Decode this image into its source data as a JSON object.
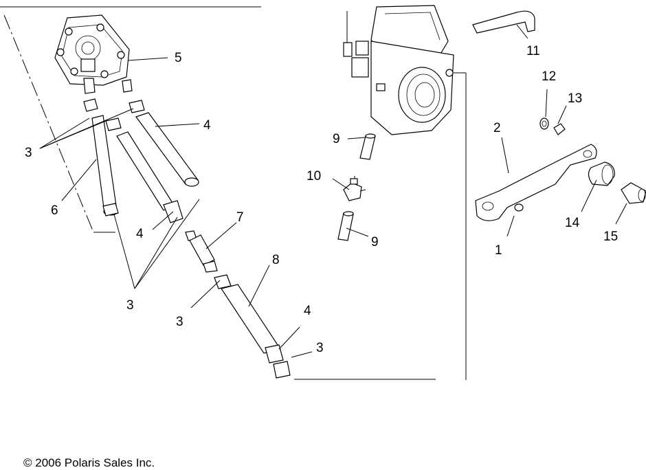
{
  "callouts": {
    "c1": "1",
    "c2": "2",
    "c3a": "3",
    "c3b": "3",
    "c3c": "3",
    "c3d": "3",
    "c4a": "4",
    "c4b": "4",
    "c4c": "4",
    "c5": "5",
    "c6": "6",
    "c7": "7",
    "c8": "8",
    "c9a": "9",
    "c9b": "9",
    "c10": "10",
    "c11": "11",
    "c12": "12",
    "c13": "13",
    "c14": "14",
    "c15": "15"
  },
  "footer": {
    "copyright": "© 2006 Polaris Sales Inc."
  }
}
